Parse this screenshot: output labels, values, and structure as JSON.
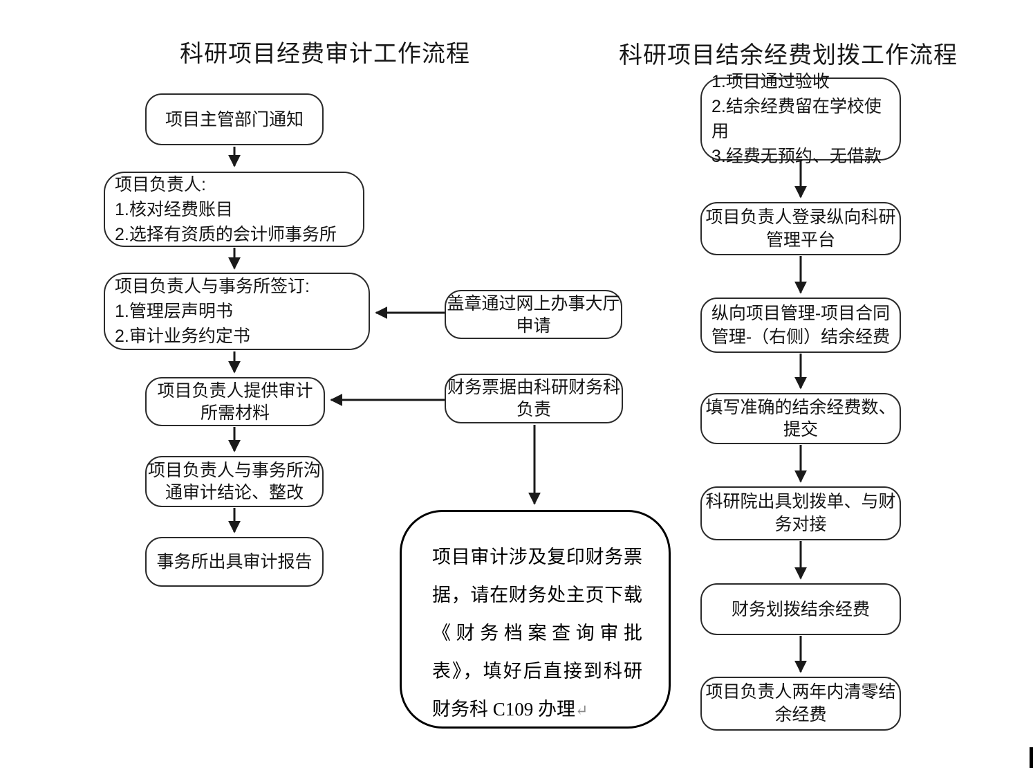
{
  "left_flow": {
    "title": "科研项目经费审计工作流程",
    "boxes": [
      {
        "text": "项目主管部门通知"
      },
      {
        "text": "项目负责人:\n1.核对经费账目\n2.选择有资质的会计师事务所"
      },
      {
        "text": "项目负责人与事务所签订:\n1.管理层声明书\n2.审计业务约定书"
      },
      {
        "text": "项目负责人提供审计\n所需材料"
      },
      {
        "text": "项目负责人与事务所沟\n通审计结论、整改"
      },
      {
        "text": "事务所出具审计报告"
      }
    ]
  },
  "middle_flow": {
    "boxes": [
      {
        "text": "盖章通过网上办事大厅\n申请"
      },
      {
        "text": "财务票据由科研财务科\n负责"
      }
    ],
    "note": {
      "text": "项目审计涉及复印财务票据，请在财务处主页下载《财务档案查询审批表》，填好后直接到科研财务科 C109 办理",
      "return_mark": "↵"
    }
  },
  "right_flow": {
    "title": "科研项目结余经费划拨工作流程",
    "boxes": [
      {
        "text": "1.项目通过验收\n2.结余经费留在学校使用\n3.经费无预约、无借款"
      },
      {
        "text": "项目负责人登录纵向科研\n管理平台"
      },
      {
        "text": "纵向项目管理-项目合同\n管理-（右侧）结余经费"
      },
      {
        "text": "填写准确的结余经费数、\n提交"
      },
      {
        "text": "科研院出具划拨单、与财\n务对接"
      },
      {
        "text": "财务划拨结余经费"
      },
      {
        "text": "项目负责人两年内清零结\n余经费"
      }
    ]
  },
  "style": {
    "box_border_color": "#2b2b2b",
    "arrow_color": "#1a1a1a",
    "note_border_color": "#000000",
    "background_color": "#ffffff"
  }
}
